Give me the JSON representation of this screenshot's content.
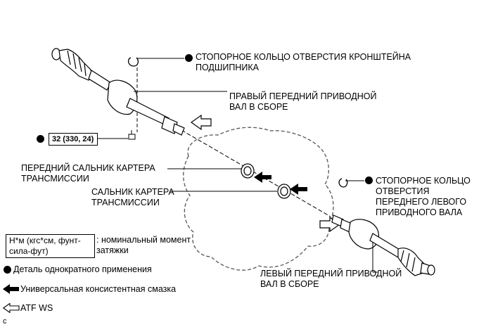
{
  "labels": {
    "snap_ring_bracket": [
      "СТОПОРНОЕ КОЛЬЦО ОТВЕРСТИЯ КРОНШТЕЙНА",
      "ПОДШИПНИКА"
    ],
    "right_drive_shaft": [
      "ПРАВЫЙ ПЕРЕДНИЙ ПРИВОДНОЙ",
      "ВАЛ В СБОРЕ"
    ],
    "torque_value": "32 (330, 24)",
    "front_oil_seal": [
      "ПЕРЕДНИЙ САЛЬНИК КАРТЕРА",
      "ТРАНСМИССИИ"
    ],
    "trans_oil_seal": [
      "САЛЬНИК КАРТЕРА",
      "ТРАНСМИССИИ"
    ],
    "snap_ring_left": [
      "СТОПОРНОЕ КОЛЬЦО",
      "ОТВЕРСТИЯ",
      "ПЕРЕДНЕГО ЛЕВОГО",
      "ПРИВОДНОГО ВАЛА"
    ],
    "left_drive_shaft": [
      "ЛЕВЫЙ ПЕРЕДНИЙ ПРИВОДНОЙ",
      "ВАЛ В СБОРЕ"
    ]
  },
  "legend": {
    "torque_units": [
      "Н*м (кгс*см, фунт-",
      "сила-фут)"
    ],
    "torque_desc": [
      ": номинальный момент",
      "затяжки"
    ],
    "non_reusable": "Деталь однократного применения",
    "grease": "Универсальная консистентная смазка",
    "atf": "ATF WS"
  },
  "corner_mark": "c"
}
